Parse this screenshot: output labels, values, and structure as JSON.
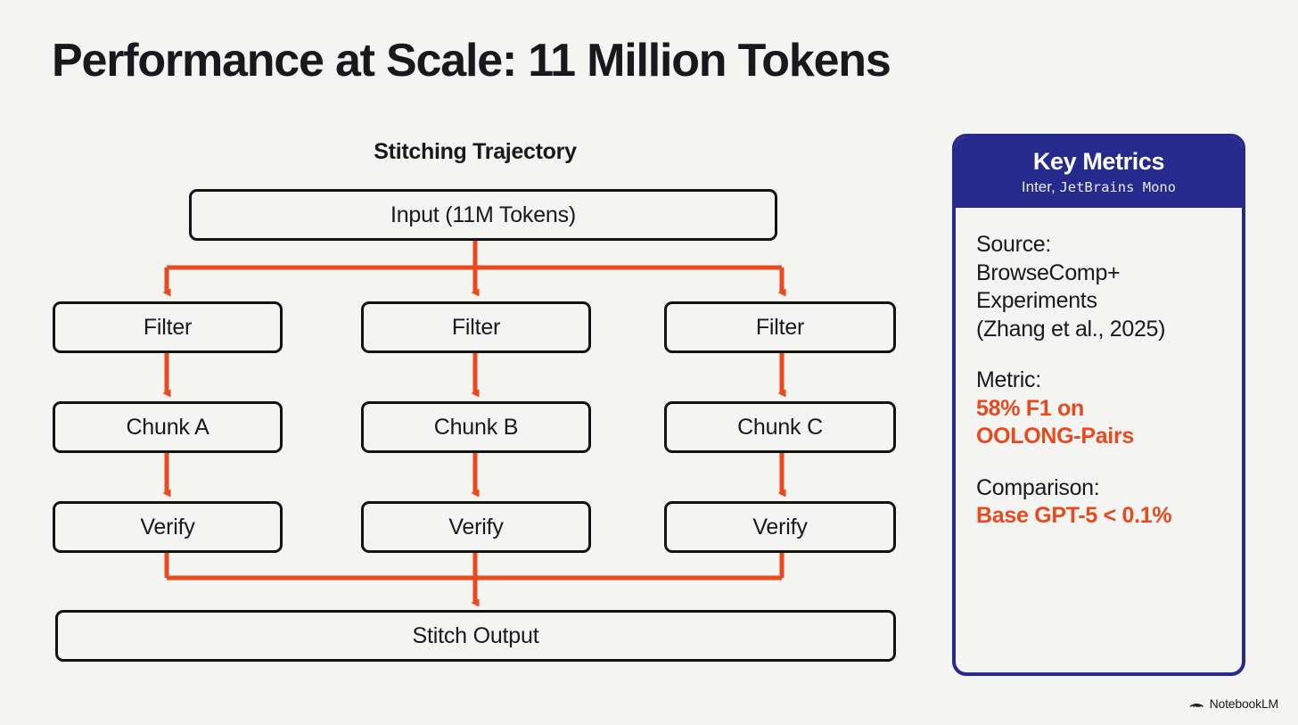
{
  "slide": {
    "title": "Performance at Scale: 11 Million Tokens",
    "background_color": "#f4f4f2"
  },
  "colors": {
    "accent_orange": "#e8491d",
    "panel_navy": "#272a8d",
    "node_border": "#121212",
    "text": "#17191c"
  },
  "diagram": {
    "heading": "Stitching Trajectory",
    "nodes": {
      "input": "Input (11M Tokens)",
      "filter_1": "Filter",
      "filter_2": "Filter",
      "filter_3": "Filter",
      "chunk_a": "Chunk A",
      "chunk_b": "Chunk B",
      "chunk_c": "Chunk C",
      "verify_1": "Verify",
      "verify_2": "Verify",
      "verify_3": "Verify",
      "output": "Stitch Output"
    }
  },
  "key_metrics": {
    "title": "Key Metrics",
    "subtitle_sans": "Inter,",
    "subtitle_mono": "JetBrains Mono",
    "groups": [
      {
        "label": "Source:",
        "value_lines": [],
        "label_lines": [
          "Source:",
          "BrowseComp+",
          "Experiments",
          "(Zhang et al., 2025)"
        ]
      },
      {
        "label_lines": [
          "Metric:"
        ],
        "value_lines": [
          "58% F1 on",
          "OOLONG-Pairs"
        ]
      },
      {
        "label_lines": [
          "Comparison:"
        ],
        "value_lines": [
          "Base GPT-5 < 0.1%"
        ]
      }
    ]
  },
  "watermark": {
    "label": "NotebookLM",
    "icon": "notebooklm-spiral-icon"
  }
}
